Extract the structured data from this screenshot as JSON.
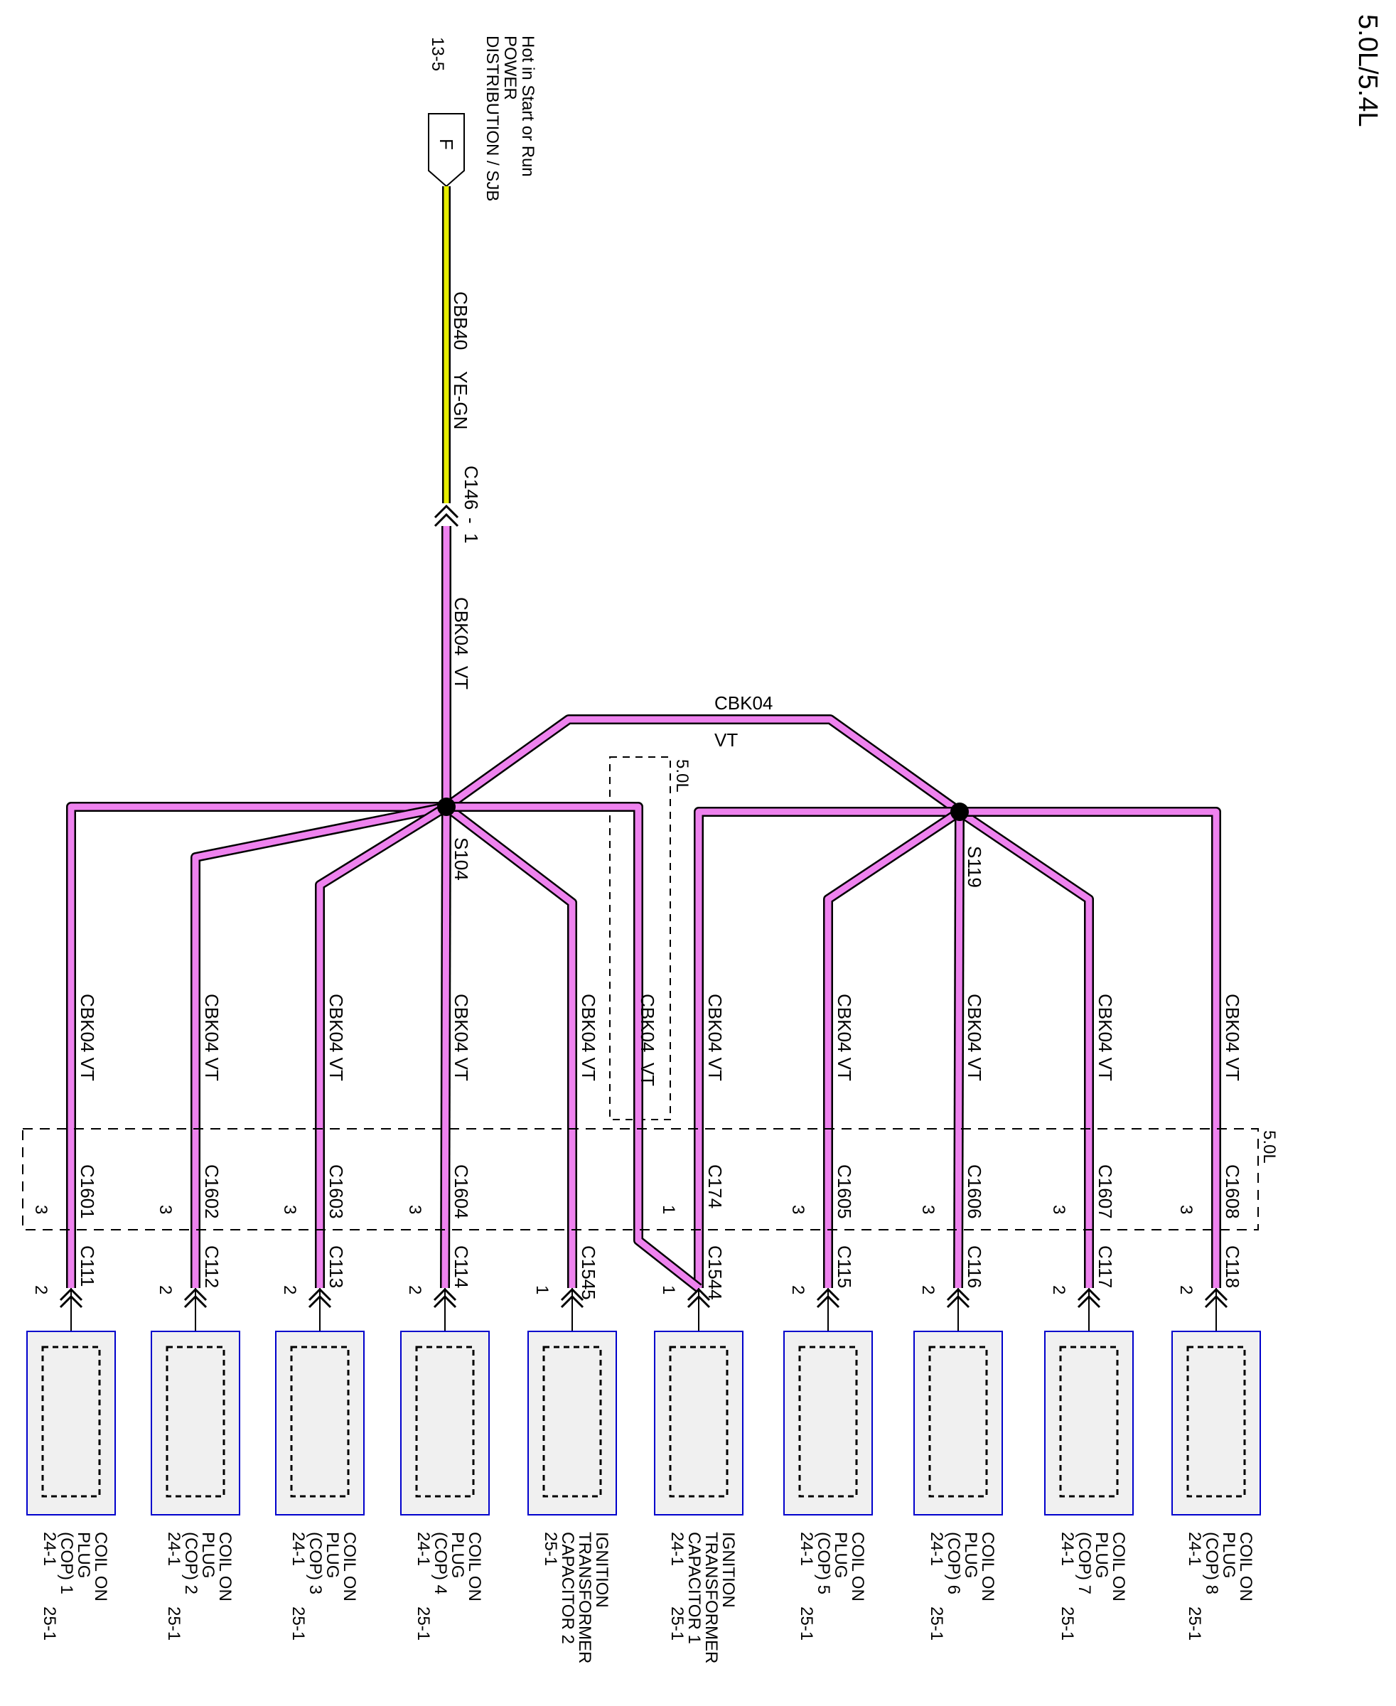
{
  "header": {
    "engine_label": "5.0L/5.4L"
  },
  "source": {
    "lines": [
      "Hot in Start or Run",
      "POWER",
      "DISTRIBUTION / SJB"
    ],
    "ref": "13-5",
    "terminal": "F"
  },
  "feed_wire": {
    "circuit": "CBB40",
    "color_code": "YE-GN",
    "color": "#e6ee00"
  },
  "inline_connector": {
    "id": "C146",
    "pin_sep": "-",
    "pin": "1"
  },
  "trunk_wire": {
    "label": "CBK04  VT",
    "color": "#ee82ee"
  },
  "bridge_wire": {
    "circuit": "CBK04",
    "color_code": "VT"
  },
  "splices": [
    {
      "id": "S104"
    },
    {
      "id": "S119"
    }
  ],
  "option_labels": {
    "capacitor_branch": "5.0L",
    "harness_box": "5.0L"
  },
  "branches": [
    {
      "wire": "CBK04  VT",
      "conn": "C1601",
      "pin": "3",
      "comp_conn": "C111",
      "comp_pin": "2",
      "lines": [
        "COIL ON",
        "PLUG",
        "(COP) 1",
        "24-1"
      ],
      "ref2": "25-1"
    },
    {
      "wire": "CBK04  VT",
      "conn": "C1602",
      "pin": "3",
      "comp_conn": "C112",
      "comp_pin": "2",
      "lines": [
        "COIL ON",
        "PLUG",
        "(COP) 2",
        "24-1"
      ],
      "ref2": "25-1"
    },
    {
      "wire": "CBK04  VT",
      "conn": "C1603",
      "pin": "3",
      "comp_conn": "C113",
      "comp_pin": "2",
      "lines": [
        "COIL ON",
        "PLUG",
        "(COP) 3",
        "24-1"
      ],
      "ref2": "25-1"
    },
    {
      "wire": "CBK04  VT",
      "conn": "C1604",
      "pin": "3",
      "comp_conn": "C114",
      "comp_pin": "2",
      "lines": [
        "COIL ON",
        "PLUG",
        "(COP) 4",
        "24-1"
      ],
      "ref2": "25-1"
    },
    {
      "wire": "CBK04  VT",
      "conn": "",
      "pin": "",
      "comp_conn": "C1545",
      "comp_pin": "1",
      "lines": [
        "IGNITION",
        "TRANSFORMER",
        "CAPACITOR 2",
        "25-1"
      ],
      "ref2": ""
    },
    {
      "wire": "CBK04  VT",
      "conn": "C174",
      "pin": "1",
      "comp_conn": "C1544",
      "comp_pin": "1",
      "lines": [
        "IGNITION",
        "TRANSFORMER",
        "CAPACITOR 1",
        "24-1"
      ],
      "ref2": "25-1"
    },
    {
      "wire": "CBK04  VT",
      "conn": "C1605",
      "pin": "3",
      "comp_conn": "C115",
      "comp_pin": "2",
      "lines": [
        "COIL ON",
        "PLUG",
        "(COP) 5",
        "24-1"
      ],
      "ref2": "25-1"
    },
    {
      "wire": "CBK04  VT",
      "conn": "C1606",
      "pin": "3",
      "comp_conn": "C116",
      "comp_pin": "2",
      "lines": [
        "COIL ON",
        "PLUG",
        "(COP) 6",
        "24-1"
      ],
      "ref2": "25-1"
    },
    {
      "wire": "CBK04  VT",
      "conn": "C1607",
      "pin": "3",
      "comp_conn": "C117",
      "comp_pin": "2",
      "lines": [
        "COIL ON",
        "PLUG",
        "(COP) 7",
        "24-1"
      ],
      "ref2": "25-1"
    },
    {
      "wire": "CBK04  VT",
      "conn": "C1608",
      "pin": "3",
      "comp_conn": "C118",
      "comp_pin": "2",
      "lines": [
        "COIL ON",
        "PLUG",
        "(COP) 8",
        "24-1"
      ],
      "ref2": "25-1"
    }
  ],
  "extra_wire_label": "CBK04  VT"
}
